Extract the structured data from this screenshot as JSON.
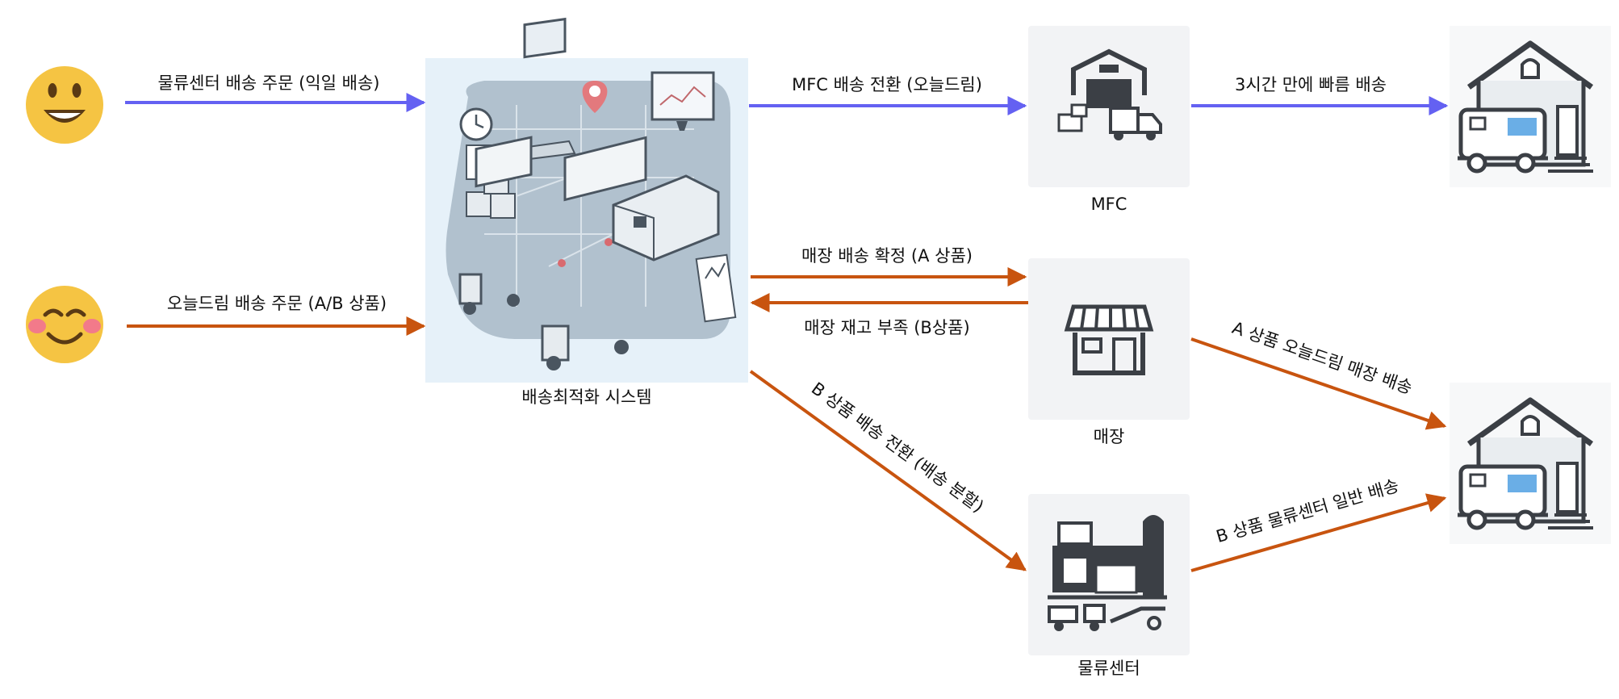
{
  "colors": {
    "purple": "#6461f2",
    "orange": "#c8540f",
    "face_yellow": "#f5c443",
    "face_dark": "#5a3a14",
    "blush": "#f27a8a",
    "box_bg": "#f2f3f5",
    "icon_dark": "#3b3f45",
    "system_bg": "#e6f1f9"
  },
  "customers": [
    {
      "name": "customer-happy",
      "icon": "grinning-face-icon"
    },
    {
      "name": "customer-smiling",
      "icon": "smiling-face-icon"
    }
  ],
  "nodes": {
    "system": {
      "label": "배송최적화 시스템",
      "icon": "logistics-system-illustration"
    },
    "mfc": {
      "label": "MFC",
      "icon": "warehouse-truck-icon"
    },
    "store": {
      "label": "매장",
      "icon": "storefront-icon"
    },
    "dc": {
      "label": "물류센터",
      "icon": "factory-icon"
    },
    "home_top": {
      "icon": "house-delivery-van-icon"
    },
    "home_bottom": {
      "icon": "house-delivery-van-icon"
    }
  },
  "flows": [
    {
      "id": "order-dc",
      "label": "물류센터 배송 주문 (익일 배송)",
      "color": "purple"
    },
    {
      "id": "order-today",
      "label": "오늘드림 배송 주문 (A/B 상품)",
      "color": "orange"
    },
    {
      "id": "mfc-switch",
      "label": "MFC 배송 전환 (오늘드림)",
      "color": "purple"
    },
    {
      "id": "mfc-fast",
      "label": "3시간 만에 빠름 배송",
      "color": "purple"
    },
    {
      "id": "store-confirm",
      "label": "매장 배송 확정 (A 상품)",
      "color": "orange"
    },
    {
      "id": "store-shortage",
      "label": "매장 재고 부족 (B상품)",
      "color": "orange"
    },
    {
      "id": "b-switch",
      "label": "B 상품 배송 전환 (배송 분할)",
      "color": "orange"
    },
    {
      "id": "a-store-delivery",
      "label": "A 상품 오늘드림 매장 배송",
      "color": "orange"
    },
    {
      "id": "b-dc-delivery",
      "label": "B 상품 물류센터 일반 배송",
      "color": "orange"
    }
  ]
}
